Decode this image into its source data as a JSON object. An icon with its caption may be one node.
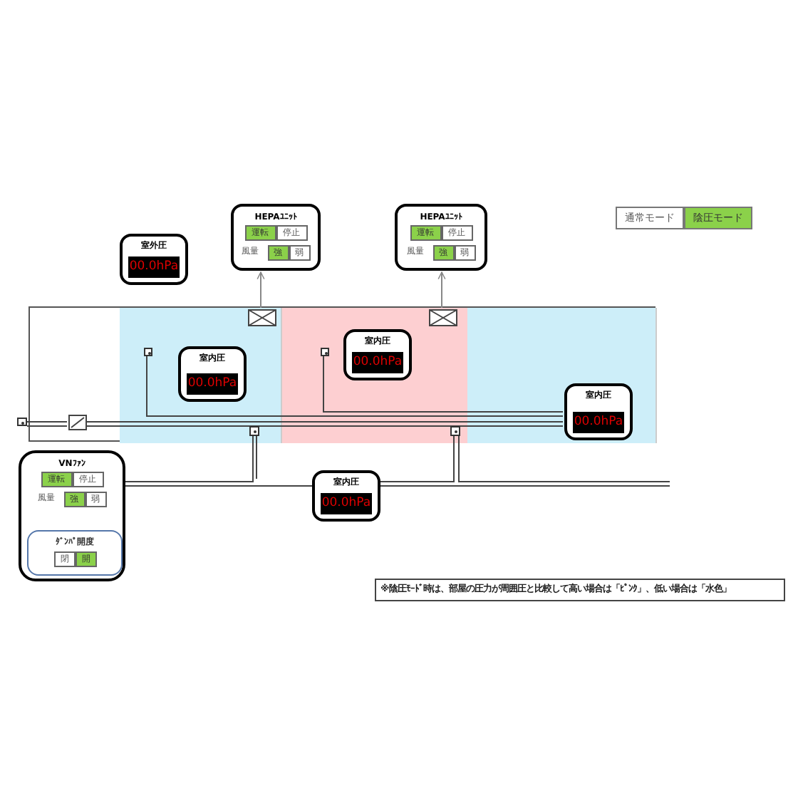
{
  "diagram": {
    "nodes": [
      {
        "text": [
          "室外圧",
          "00.0hPa"
        ]
      },
      {
        "text": [
          "HEPAﾕﾆｯﾄ",
          "運転",
          "停止",
          "風量",
          "強",
          "弱"
        ]
      },
      {
        "text": [
          "HEPAﾕﾆｯﾄ",
          "運転",
          "停止",
          "風量",
          "強",
          "弱"
        ]
      },
      {
        "text": [],
        "shape": "box"
      },
      {
        "text": [],
        "shape": "box",
        "in": 3
      },
      {
        "text": [],
        "shape": "box",
        "in": 3
      },
      {
        "text": [],
        "shape": "box",
        "in": 3
      },
      {
        "text": [
          "室内圧",
          "00.0hPa"
        ],
        "in": 4
      },
      {
        "text": [
          "室内圧",
          "00.0hPa"
        ],
        "in": 5
      },
      {
        "text": [
          "室内圧",
          "00.0hPa"
        ],
        "in": 6
      },
      {
        "text": [],
        "shape": "box",
        "in": 4
      },
      {
        "text": [],
        "shape": "box",
        "in": 5
      },
      {
        "text": [],
        "shape": "box",
        "in": 4
      },
      {
        "text": [],
        "shape": "box",
        "in": 5
      },
      {
        "text": [],
        "shape": "box",
        "in": 4
      },
      {
        "text": [],
        "shape": "box",
        "in": 5
      },
      {
        "text": [],
        "shape": "box"
      },
      {
        "text": [],
        "shape": "box",
        "in": 3
      },
      {
        "text": [
          "VNﾌｧﾝ",
          "運転",
          "停止",
          "風量",
          "強",
          "弱"
        ]
      },
      {
        "text": [
          "ﾀﾞﾝﾊﾟ開度",
          "閉",
          "開"
        ],
        "in": 18
      },
      {
        "text": [
          "室内圧",
          "00.0hPa"
        ]
      }
    ],
    "edges": [
      {
        "from": 10,
        "to": 1,
        "arrow": "to"
      },
      {
        "from": 11,
        "to": 2,
        "arrow": "to"
      },
      {
        "from": 12,
        "to": 9,
        "arrow": "none"
      },
      {
        "from": 13,
        "to": 9,
        "arrow": "none"
      },
      {
        "from": 14,
        "to": 18,
        "arrow": "none"
      },
      {
        "from": 15,
        "to": 20,
        "arrow": "none"
      },
      {
        "from": 16,
        "to": 17,
        "arrow": "none"
      },
      {
        "from": 18,
        "to": 20,
        "arrow": "none"
      }
    ],
    "labels": [
      "通常モード",
      "陰圧モード",
      "※陰圧ﾓｰﾄﾞ時は、部屋の圧力が周囲圧と比較して高い場合は「ﾋﾟﾝｸ」、低い場合は「水色」"
    ]
  }
}
